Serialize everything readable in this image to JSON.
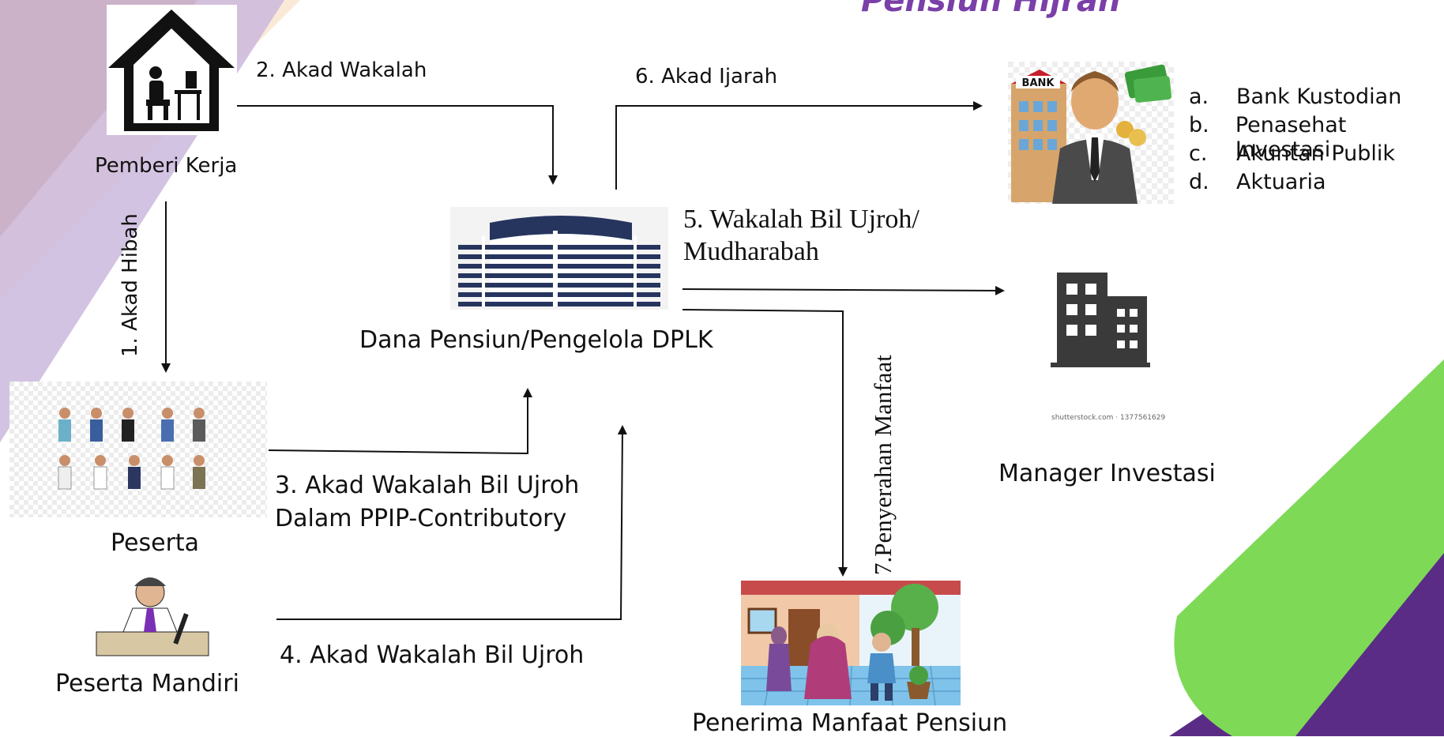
{
  "title": "Pensiun Hijrah",
  "nodes": {
    "pemberi_kerja": "Pemberi Kerja",
    "peserta": "Peserta",
    "peserta_mandiri": "Peserta Mandiri",
    "dana_pensiun": "Dana Pensiun/Pengelola DPLK",
    "manager_investasi": "Manager Investasi",
    "penerima": "Penerima Manfaat Pensiun"
  },
  "edges": {
    "e1": "1. Akad Hibah",
    "e2": "2. Akad Wakalah",
    "e3_line1": "3. Akad Wakalah Bil Ujroh",
    "e3_line2": "Dalam PPIP-Contributory",
    "e4": "4. Akad Wakalah Bil Ujroh",
    "e5_line1": "5. Wakalah Bil Ujroh/",
    "e5_line2": "Mudharabah",
    "e6": "6. Akad Ijarah",
    "e7": "7.Penyerahan Manfaat"
  },
  "services": [
    {
      "letter": "a.",
      "label": "Bank Kustodian"
    },
    {
      "letter": "b.",
      "label": "Penasehat Investasi"
    },
    {
      "letter": "c.",
      "label": "Akuntan Publik"
    },
    {
      "letter": "d.",
      "label": "Aktuaria"
    }
  ],
  "image_texts": {
    "bank_sign": "BANK",
    "stock_credit": "shutterstock.com · 1377561629"
  },
  "colors": {
    "purple_band": "#cbb8dd",
    "green_accent": "#7ed957",
    "dark_purple": "#5a2c86",
    "title_purple": "#7a3fa8"
  }
}
